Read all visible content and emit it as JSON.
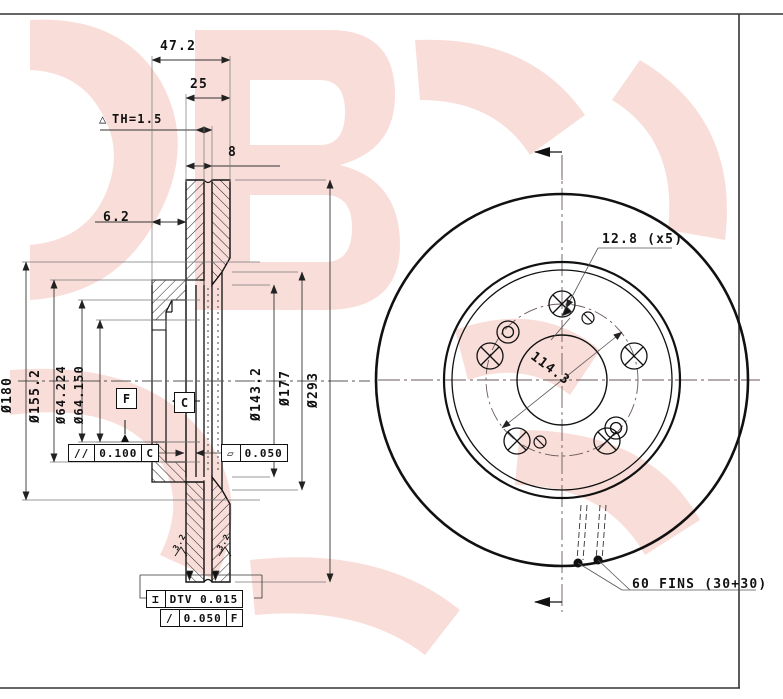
{
  "drawing": {
    "type": "engineering-drawing",
    "part": "ventilated brake disc rotor",
    "views": [
      "cross-section-view",
      "front-circular-view"
    ],
    "colors": {
      "line": "#111111",
      "thin_line": "#555555",
      "watermark": "#f7d9d4",
      "background": "#ffffff"
    }
  },
  "section_view": {
    "linear_dimensions": [
      {
        "id": "overall-width",
        "text": "47.2"
      },
      {
        "id": "disc-width",
        "text": "25"
      },
      {
        "id": "plate-thickness",
        "text": "8"
      },
      {
        "id": "offset",
        "text": "6.2"
      }
    ],
    "thickness_note": {
      "symbol": "△",
      "text": "TH=1.5"
    },
    "diameters": [
      {
        "id": "outer-hat-dia",
        "text": "Ø180"
      },
      {
        "id": "hat-dia",
        "text": "Ø155.2"
      },
      {
        "id": "bore-dia-upper",
        "text": "Ø64.224"
      },
      {
        "id": "bore-dia-lower",
        "text": "Ø64.150"
      },
      {
        "id": "inner-braking-dia",
        "text": "Ø143.2"
      },
      {
        "id": "vent-dia",
        "text": "Ø177"
      },
      {
        "id": "outer-disc-dia",
        "text": "Ø293"
      }
    ],
    "datums": [
      {
        "id": "datum-f",
        "label": "F"
      },
      {
        "id": "datum-c",
        "label": "C"
      }
    ],
    "control_frames": [
      {
        "id": "parallelism",
        "symbol": "∕∕",
        "tolerance": "0.100",
        "datum": "C"
      },
      {
        "id": "flatness",
        "symbol": "▱",
        "tolerance": "0.050",
        "datum": ""
      },
      {
        "id": "dtv",
        "symbol": "⌶",
        "tolerance": "DTV 0.015",
        "datum": ""
      },
      {
        "id": "runout",
        "symbol": "∕",
        "tolerance": "0.050",
        "datum": "F"
      }
    ],
    "surface_marks": [
      "3.2",
      "3.2"
    ]
  },
  "front_view": {
    "annotations": [
      {
        "id": "bolt-hole-dia",
        "text": "12.8 (x5)"
      },
      {
        "id": "bolt-circle-dia",
        "text": "114.3"
      },
      {
        "id": "fins-note",
        "text": "60 FINS (30+30)"
      }
    ],
    "features": {
      "bolt_holes": 5,
      "fins_total": 60,
      "fins_split": "30+30"
    }
  }
}
